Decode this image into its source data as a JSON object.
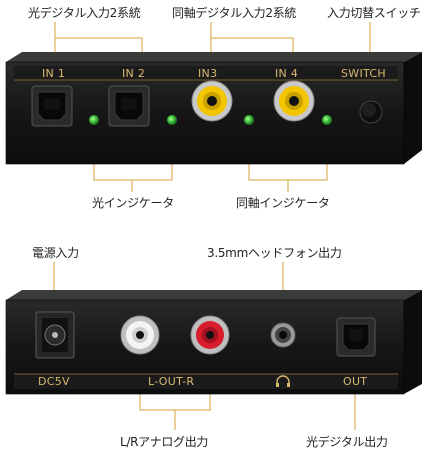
{
  "front": {
    "callouts": {
      "optical_in": "光デジタル入力2系統",
      "coaxial_in": "同軸デジタル入力2系統",
      "switch": "入力切替スイッチ",
      "optical_indicator": "光インジケータ",
      "coaxial_indicator": "同軸インジケータ"
    },
    "panel_labels": {
      "in1": "IN 1",
      "in2": "IN 2",
      "in3": "IN3",
      "in4": "IN 4",
      "switch": "SWITCH"
    }
  },
  "back": {
    "callouts": {
      "power": "電源入力",
      "headphone": "3.5mmヘッドフォン出力",
      "analog_out": "L/Rアナログ出力",
      "optical_out": "光デジタル出力"
    },
    "panel_labels": {
      "dc": "DC5V",
      "lr": "L-OUT-R",
      "out": "OUT"
    }
  },
  "colors": {
    "callout_line": "#d6a23a",
    "panel_gold": "#d9b870",
    "body": "#1c1c1c",
    "led": "#3ec23e",
    "rca_yellow": "#f2c500",
    "rca_red": "#d81e2c"
  }
}
